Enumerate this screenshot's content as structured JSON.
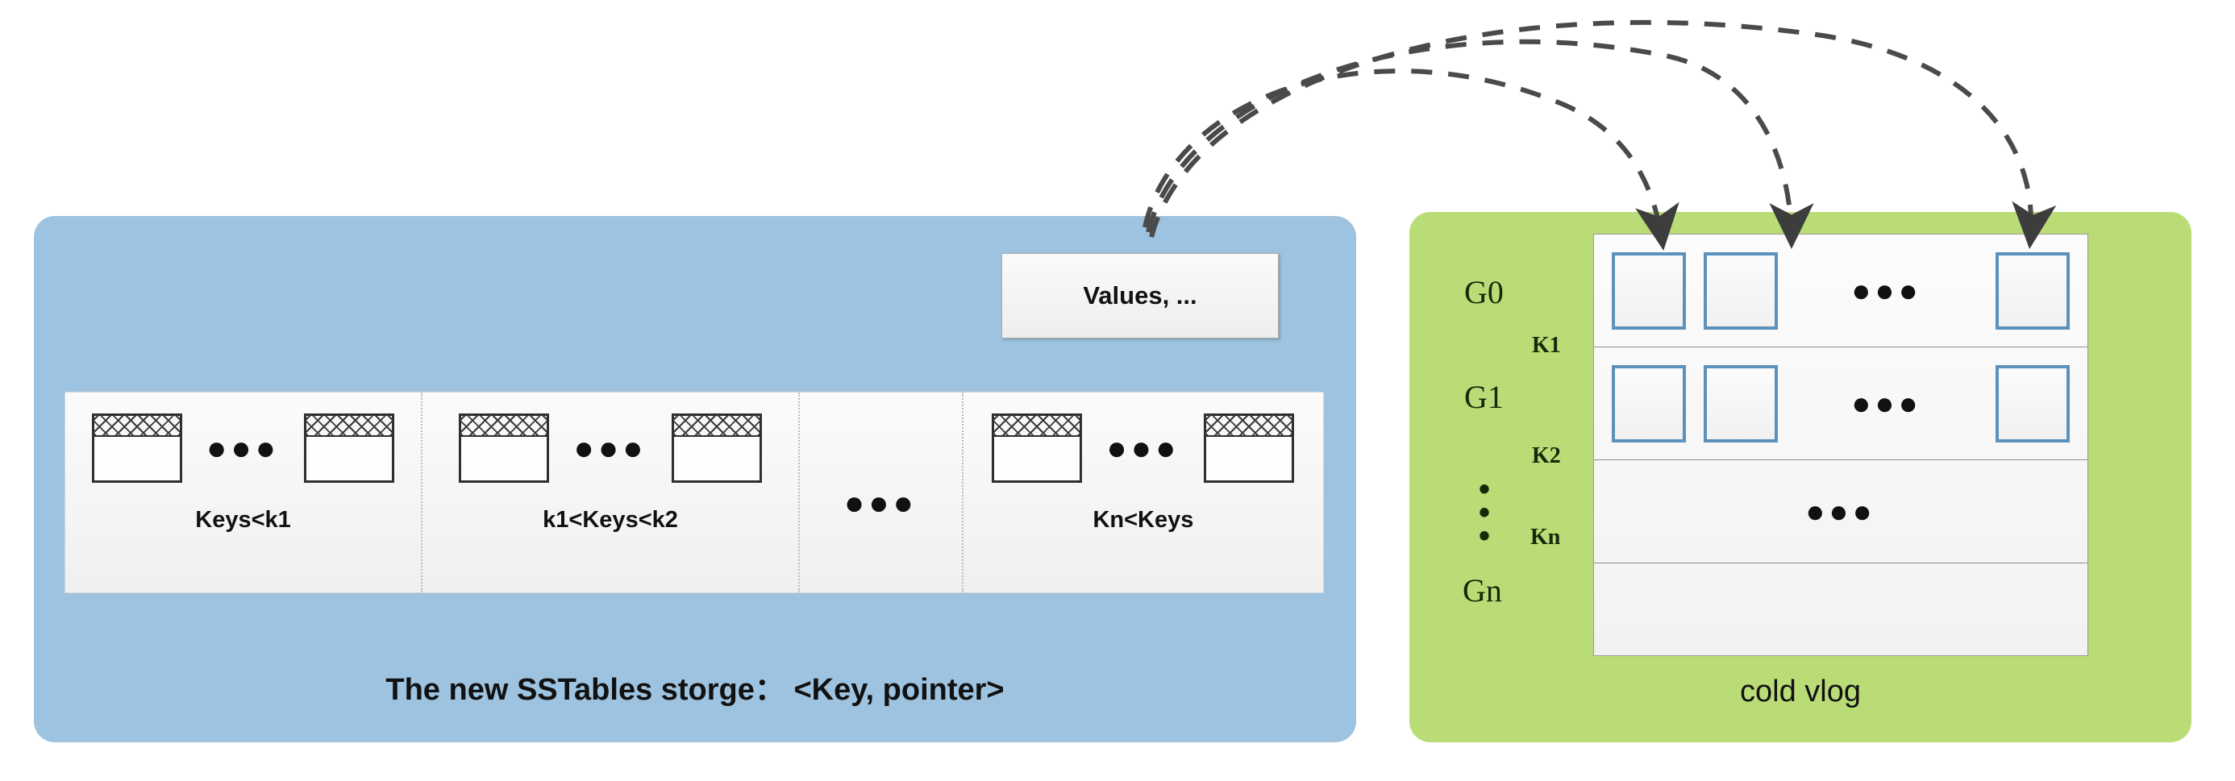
{
  "diagram": {
    "title": "LSM-tree SSTable to cold vlog pointer mapping"
  },
  "sstables_panel": {
    "caption": "The new SSTables storge：  <Key, pointer>",
    "values_box_label": "Values, ...",
    "ellipsis": "●●●",
    "segments": [
      {
        "label": "Keys<k1",
        "blocks": 2,
        "has_ellipsis": true
      },
      {
        "label": "k1<Keys<k2",
        "blocks": 2,
        "has_ellipsis": true
      },
      {
        "label": "",
        "blocks": 0,
        "has_ellipsis": true
      },
      {
        "label": "Kn<Keys",
        "blocks": 2,
        "has_ellipsis": true
      }
    ],
    "colors": {
      "panel": "#9dc3e0",
      "strip": "#f5f5f5",
      "block_border": "#2f2f2f"
    }
  },
  "vlog_panel": {
    "caption": "cold vlog",
    "ellipsis": "●●●",
    "vertical_dots": "•\n•\n•",
    "group_labels": [
      "G0",
      "G1",
      "Gn"
    ],
    "key_labels": [
      "K1",
      "K2",
      "Kn"
    ],
    "rows": [
      {
        "group": "G0",
        "boundary_key": "K1",
        "boxes": 3,
        "ellipsis_after": 2
      },
      {
        "group": "G1",
        "boundary_key": "K2",
        "boxes": 3,
        "ellipsis_after": 2
      },
      {
        "group": "",
        "boundary_key": "Kn",
        "boxes": 0,
        "ellipsis_after": 0
      },
      {
        "group": "Gn",
        "boundary_key": "",
        "boxes": 0,
        "ellipsis_after": 0
      }
    ],
    "colors": {
      "panel": "#b9dc77",
      "box_border": "#5b91bb",
      "table_bg": "#f7f7f7"
    }
  },
  "arrows": {
    "count": 3,
    "style": "dashed-curved",
    "color": "#4a4a4a",
    "description": "three dashed curved arrows from the Values box to the three G0 blue boxes"
  }
}
